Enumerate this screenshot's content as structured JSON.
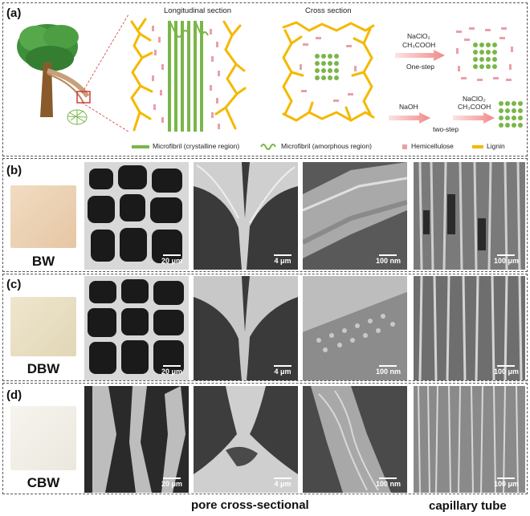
{
  "panels": {
    "a": {
      "label": "(a)",
      "longitudinal_title": "Longitudinal section",
      "cross_title": "Cross section",
      "one_step": {
        "reagent1": "NaClO₂",
        "reagent2": "CH₃COOH",
        "label": "One-step"
      },
      "two_step": {
        "reagent_a": "NaOH",
        "reagent_b1": "NaClO₂",
        "reagent_b2": "CH₃COOH",
        "label": "two-step"
      },
      "legend": [
        {
          "text": "Microfibril (crystalline region)",
          "color": "#7ab648"
        },
        {
          "text": "Microfibril (amorphous region)",
          "color": "#7ab648"
        },
        {
          "text": "Hemicellulose",
          "color": "#e8a0a8"
        },
        {
          "text": "Lignin",
          "color": "#f5b800"
        }
      ]
    },
    "rows": [
      {
        "label": "(b)",
        "sample": "BW",
        "sample_color": "#ecd3b6",
        "scales": [
          "20 μm",
          "4 μm",
          "100 nm",
          "100 μm"
        ]
      },
      {
        "label": "(c)",
        "sample": "DBW",
        "sample_color": "#ebe2c8",
        "scales": [
          "20 μm",
          "4 μm",
          "100 nm",
          "100 μm"
        ]
      },
      {
        "label": "(d)",
        "sample": "CBW",
        "sample_color": "#f1efe9",
        "scales": [
          "20 μm",
          "4 μm",
          "100 nm",
          "100 μm"
        ]
      }
    ]
  },
  "bottom_labels": {
    "left": "pore cross-sectional",
    "right": "capillary tube"
  },
  "colors": {
    "lignin": "#f5b800",
    "cellulose": "#7ab648",
    "hemicellulose": "#e8a0a8",
    "arrow": "#f08a8a"
  }
}
